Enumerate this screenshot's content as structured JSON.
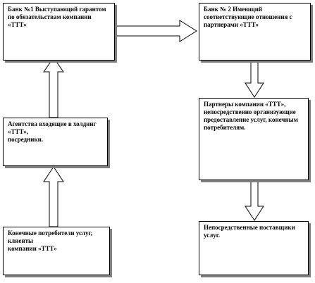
{
  "diagram": {
    "nodes": {
      "bank1": "Банк №1  Выступающий гарантом по обязательствам компании «ТТТ»",
      "bank2": "Банк № 2 Имеющий соответствующие отношения с партнерами «ТТТ»",
      "agencies": "Агентства входящие  в холдинг  «ТТТ»,\nпосредники.",
      "partners": "Партнеры компании «ТТТ», непосредственно организующие предоставление  услуг, конечным потребителям.",
      "consumers": "Конечные потребители услуг, клиенты\nкомпании «ТТТ»",
      "providers": "Непосредственные поставщики  услуг."
    },
    "edges": [
      {
        "from": "consumers",
        "to": "agencies"
      },
      {
        "from": "agencies",
        "to": "bank1"
      },
      {
        "from": "bank1",
        "to": "bank2"
      },
      {
        "from": "bank2",
        "to": "partners"
      },
      {
        "from": "partners",
        "to": "providers"
      }
    ]
  }
}
